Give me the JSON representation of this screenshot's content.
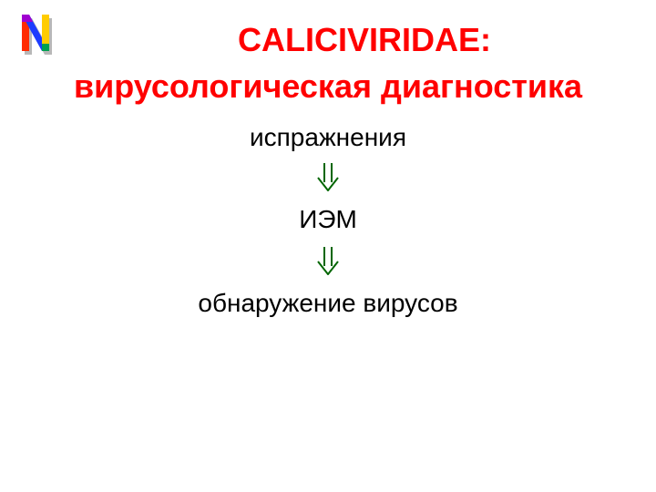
{
  "slide": {
    "title_line1": "CALICIVIRIDAE:",
    "title_line2": "вирусологическая диагностика",
    "logo_icon": "n-letter-logo-icon",
    "title_color": "#ff0000",
    "arrow_color": "#006600",
    "arrow_icon": "double-arrow-down-icon",
    "steps": [
      "испражнения",
      "ИЭМ",
      "обнаружение вирусов"
    ]
  }
}
